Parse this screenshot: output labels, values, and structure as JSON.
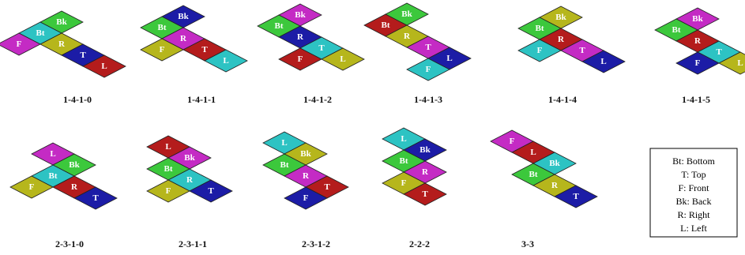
{
  "colors": {
    "Bk": "#3cc83c",
    "Bt": "#2dc3c3",
    "F": "#c42bc4",
    "R": "#b6b61c",
    "T": "#1c1ca6",
    "L": "#b41c1c"
  },
  "nets": [
    {
      "caption": "1-4-1-0",
      "faces": [
        {
          "label": "Bk",
          "color": "#3cc83c"
        },
        {
          "label": "Bt",
          "color": "#2dc3c3"
        },
        {
          "label": "F",
          "color": "#c42bc4"
        },
        {
          "label": "R",
          "color": "#b6b61c"
        },
        {
          "label": "T",
          "color": "#1c1ca6"
        },
        {
          "label": "L",
          "color": "#b41c1c"
        }
      ]
    },
    {
      "caption": "1-4-1-1",
      "faces": [
        {
          "label": "Bk",
          "color": "#1c1ca6"
        },
        {
          "label": "Bt",
          "color": "#3cc83c"
        },
        {
          "label": "R",
          "color": "#c42bc4"
        },
        {
          "label": "F",
          "color": "#b6b61c"
        },
        {
          "label": "T",
          "color": "#b41c1c"
        },
        {
          "label": "L",
          "color": "#2dc3c3"
        }
      ]
    },
    {
      "caption": "1-4-1-2",
      "faces": [
        {
          "label": "Bk",
          "color": "#c42bc4"
        },
        {
          "label": "Bt",
          "color": "#3cc83c"
        },
        {
          "label": "R",
          "color": "#1c1ca6"
        },
        {
          "label": "T",
          "color": "#2dc3c3"
        },
        {
          "label": "F",
          "color": "#b41c1c"
        },
        {
          "label": "L",
          "color": "#b6b61c"
        }
      ]
    },
    {
      "caption": "1-4-1-3",
      "faces": [
        {
          "label": "Bk",
          "color": "#3cc83c"
        },
        {
          "label": "Bt",
          "color": "#b41c1c"
        },
        {
          "label": "R",
          "color": "#b6b61c"
        },
        {
          "label": "T",
          "color": "#c42bc4"
        },
        {
          "label": "L",
          "color": "#1c1ca6"
        },
        {
          "label": "F",
          "color": "#2dc3c3"
        }
      ]
    },
    {
      "caption": "1-4-1-4",
      "faces": [
        {
          "label": "Bk",
          "color": "#b6b61c"
        },
        {
          "label": "Bt",
          "color": "#3cc83c"
        },
        {
          "label": "R",
          "color": "#b41c1c"
        },
        {
          "label": "T",
          "color": "#c42bc4"
        },
        {
          "label": "F",
          "color": "#2dc3c3"
        },
        {
          "label": "L",
          "color": "#1c1ca6"
        }
      ]
    },
    {
      "caption": "1-4-1-5",
      "faces": [
        {
          "label": "Bk",
          "color": "#c42bc4"
        },
        {
          "label": "Bt",
          "color": "#3cc83c"
        },
        {
          "label": "R",
          "color": "#b41c1c"
        },
        {
          "label": "T",
          "color": "#2dc3c3"
        },
        {
          "label": "F",
          "color": "#1c1ca6"
        },
        {
          "label": "L",
          "color": "#b6b61c"
        }
      ]
    },
    {
      "caption": "2-3-1-0",
      "faces": [
        {
          "label": "L",
          "color": "#c42bc4"
        },
        {
          "label": "Bk",
          "color": "#3cc83c"
        },
        {
          "label": "Bt",
          "color": "#2dc3c3"
        },
        {
          "label": "F",
          "color": "#b6b61c"
        },
        {
          "label": "R",
          "color": "#b41c1c"
        },
        {
          "label": "T",
          "color": "#1c1ca6"
        }
      ]
    },
    {
      "caption": "2-3-1-1",
      "faces": [
        {
          "label": "L",
          "color": "#b41c1c"
        },
        {
          "label": "Bk",
          "color": "#c42bc4"
        },
        {
          "label": "Bt",
          "color": "#3cc83c"
        },
        {
          "label": "R",
          "color": "#2dc3c3"
        },
        {
          "label": "F",
          "color": "#b6b61c"
        },
        {
          "label": "T",
          "color": "#1c1ca6"
        }
      ]
    },
    {
      "caption": "2-3-1-2",
      "faces": [
        {
          "label": "L",
          "color": "#2dc3c3"
        },
        {
          "label": "Bk",
          "color": "#b6b61c"
        },
        {
          "label": "Bt",
          "color": "#3cc83c"
        },
        {
          "label": "R",
          "color": "#c42bc4"
        },
        {
          "label": "T",
          "color": "#b41c1c"
        },
        {
          "label": "F",
          "color": "#1c1ca6"
        }
      ]
    },
    {
      "caption": "2-2-2",
      "faces": [
        {
          "label": "L",
          "color": "#2dc3c3"
        },
        {
          "label": "Bk",
          "color": "#1c1ca6"
        },
        {
          "label": "Bt",
          "color": "#3cc83c"
        },
        {
          "label": "R",
          "color": "#c42bc4"
        },
        {
          "label": "F",
          "color": "#b6b61c"
        },
        {
          "label": "T",
          "color": "#b41c1c"
        }
      ]
    },
    {
      "caption": "3-3",
      "faces": [
        {
          "label": "F",
          "color": "#c42bc4"
        },
        {
          "label": "L",
          "color": "#b41c1c"
        },
        {
          "label": "Bk",
          "color": "#2dc3c3"
        },
        {
          "label": "Bt",
          "color": "#3cc83c"
        },
        {
          "label": "R",
          "color": "#b6b61c"
        },
        {
          "label": "T",
          "color": "#1c1ca6"
        }
      ]
    }
  ],
  "legend": {
    "lines": [
      "Bt: Bottom",
      "T: Top",
      "F: Front",
      "Bk: Back",
      "R: Right",
      "L: Left"
    ]
  }
}
